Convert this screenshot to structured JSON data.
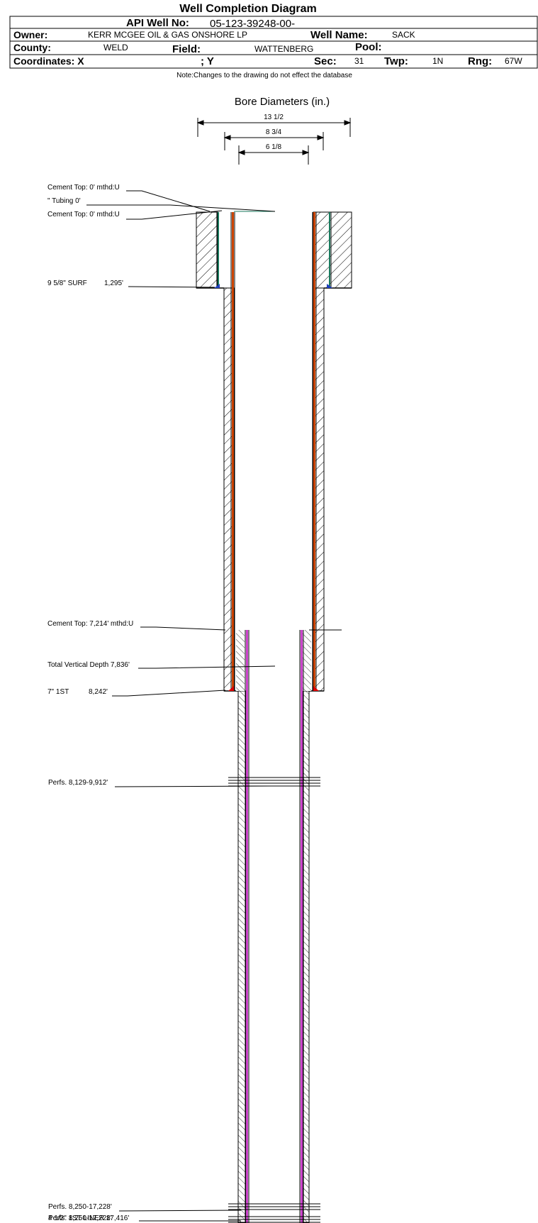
{
  "header": {
    "title": "Well Completion Diagram",
    "api_label": "API Well No:",
    "api_value": "05-123-39248-00-",
    "owner_label": "Owner:",
    "owner_value": "KERR MCGEE OIL & GAS ONSHORE LP",
    "well_name_label": "Well Name:",
    "well_name_value": "SACK",
    "county_label": "County:",
    "county_value": "WELD",
    "field_label": "Field:",
    "field_value": "WATTENBERG",
    "pool_label": "Pool:",
    "pool_value": "",
    "coord_x_label": "Coordinates: X",
    "coord_y_label": "; Y",
    "sec_label": "Sec:",
    "sec_value": "31",
    "twp_label": "Twp:",
    "twp_value": "1N",
    "rng_label": "Rng:",
    "rng_value": "67W",
    "note": "Note:Changes to the drawing do not effect the database"
  },
  "bore": {
    "title": "Bore Diameters (in.)",
    "d1": "13 1/2",
    "d2": "8 3/4",
    "d3": "6 1/8"
  },
  "annotations": {
    "cement_top_1": "Cement Top: 0' mthd:U",
    "tubing": "\" Tubing 0'",
    "cement_top_2": "Cement Top: 0' mthd:U",
    "surf_casing": "9 5/8\" SURF",
    "surf_depth": "1,295'",
    "cement_top_3": "Cement Top: 7,214' mthd:U",
    "tvd": "Total Vertical Depth 7,836'",
    "first_casing": "7\" 1ST",
    "first_depth": "8,242'",
    "perfs_1": "Perfs. 8,129-9,912'",
    "perfs_2": "Perfs. 8,250-17,228'",
    "perfs_3": "Perfs. 8,250-17,228'",
    "liner": "4 1/2\" 1ST LINER 17,416'"
  },
  "colors": {
    "steel": "#000000",
    "orange_casing": "#cc4400",
    "green_line": "#1a7a5e",
    "purple_liner": "#cc44cc",
    "shoe_blue": "#1f3fbf",
    "shoe_red": "#e00000"
  }
}
